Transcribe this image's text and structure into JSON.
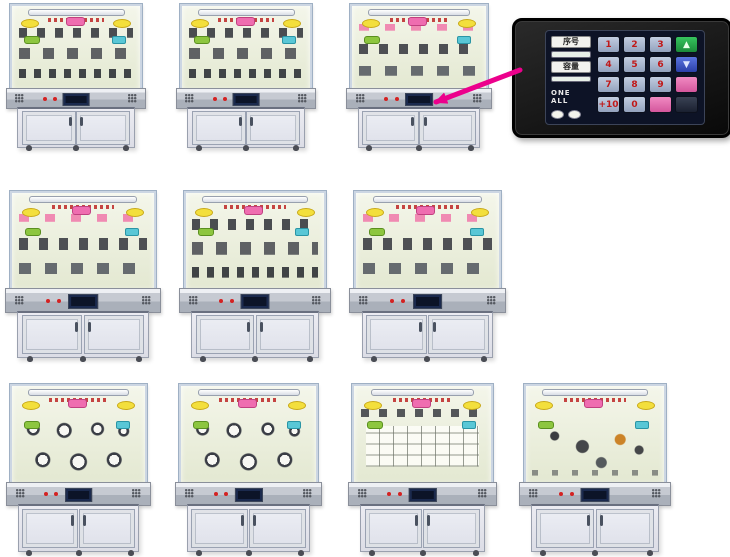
{
  "canvas": {
    "background": "#ffffff"
  },
  "keypad_panel": {
    "field_labels": [
      {
        "label": "序号"
      },
      {
        "label": "容量"
      }
    ],
    "one_all_label": "ONE ALL",
    "keys": [
      {
        "label": "1"
      },
      {
        "label": "2"
      },
      {
        "label": "3"
      },
      {
        "label": "▲"
      },
      {
        "label": "4"
      },
      {
        "label": "5"
      },
      {
        "label": "6"
      },
      {
        "label": "▼"
      },
      {
        "label": "7"
      },
      {
        "label": "8"
      },
      {
        "label": "9"
      },
      {
        "label": ""
      },
      {
        "label": "+10"
      },
      {
        "label": "0"
      },
      {
        "label": ""
      },
      {
        "label": ""
      }
    ],
    "colors": {
      "digit_text": "#c01818",
      "key_face": "#a8b5cc",
      "green_key": "#23a44a",
      "blue_key": "#3a55c8",
      "pink_key": "#e06ab0",
      "dark_key": "#232b3c",
      "bezel": "#111111"
    }
  },
  "annotation": {
    "arrow_color": "#ec008c"
  }
}
